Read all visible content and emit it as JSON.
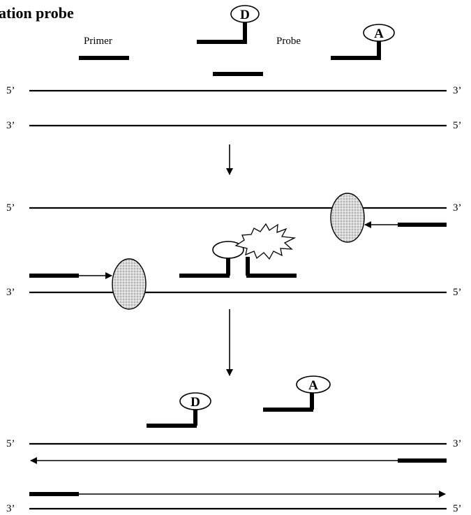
{
  "title": "ation probe",
  "labels": {
    "primer": "Primer",
    "probe": "Probe",
    "end5": "5’",
    "end3": "3’"
  },
  "tags": {
    "donor": "D",
    "acceptor": "A"
  },
  "colors": {
    "ink": "#000000",
    "polymerase_fill": "#d8d8d8",
    "background": "#ffffff"
  },
  "icons": [
    "polymerase-icon",
    "fluorescence-burst-icon",
    "arrow-down-icon"
  ]
}
